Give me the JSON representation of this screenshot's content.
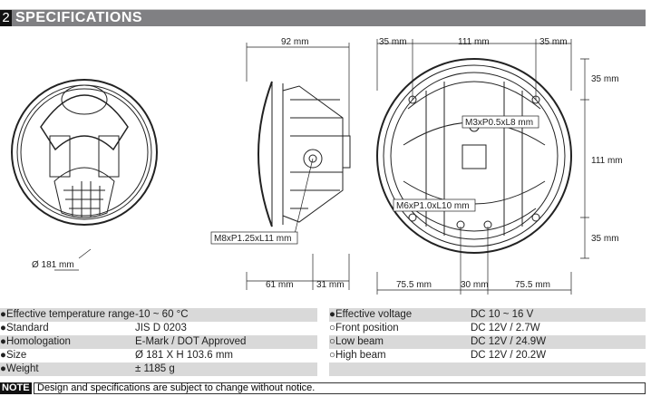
{
  "header": {
    "number": "2",
    "title": "SPECIFICATIONS"
  },
  "dimensions": {
    "front_diameter": "Ø 181 mm",
    "side_depth": "92 mm",
    "side_front": "61 mm",
    "side_rear": "31 mm",
    "side_bolt": "M8xP1.25xL11 mm",
    "rear_top_left": "35 mm",
    "rear_top_mid": "111 mm",
    "rear_top_right": "35 mm",
    "rear_right_top": "35 mm",
    "rear_right_mid": "111 mm",
    "rear_right_bottom": "35 mm",
    "rear_bottom_left": "75.5 mm",
    "rear_bottom_mid": "30 mm",
    "rear_bottom_right": "75.5 mm",
    "screw_upper": "M3xP0.5xL8 mm",
    "screw_lower": "M6xP1.0xL10 mm"
  },
  "specs_left": [
    {
      "bullet": "●",
      "label": "Effective temperature range",
      "value": "-10 ~ 60 °C"
    },
    {
      "bullet": "●",
      "label": "Standard",
      "value": "JIS D 0203"
    },
    {
      "bullet": "●",
      "label": "Homologation",
      "value": "E-Mark / DOT Approved"
    },
    {
      "bullet": "●",
      "label": "Size",
      "value": "Ø 181 X H 103.6 mm"
    },
    {
      "bullet": "●",
      "label": "Weight",
      "value": "± 1185 g"
    }
  ],
  "specs_right": [
    {
      "bullet": "●",
      "label": "Effective voltage",
      "value": "DC 10 ~ 16 V"
    },
    {
      "bullet": "○",
      "label": "Front position",
      "value": "DC 12V / 2.7W"
    },
    {
      "bullet": "○",
      "label": "Low beam",
      "value": "DC 12V / 24.9W"
    },
    {
      "bullet": "○",
      "label": "High beam",
      "value": "DC 12V / 20.2W"
    }
  ],
  "note": {
    "label": "NOTE",
    "text": "Design and specifications are subject to change without notice."
  }
}
